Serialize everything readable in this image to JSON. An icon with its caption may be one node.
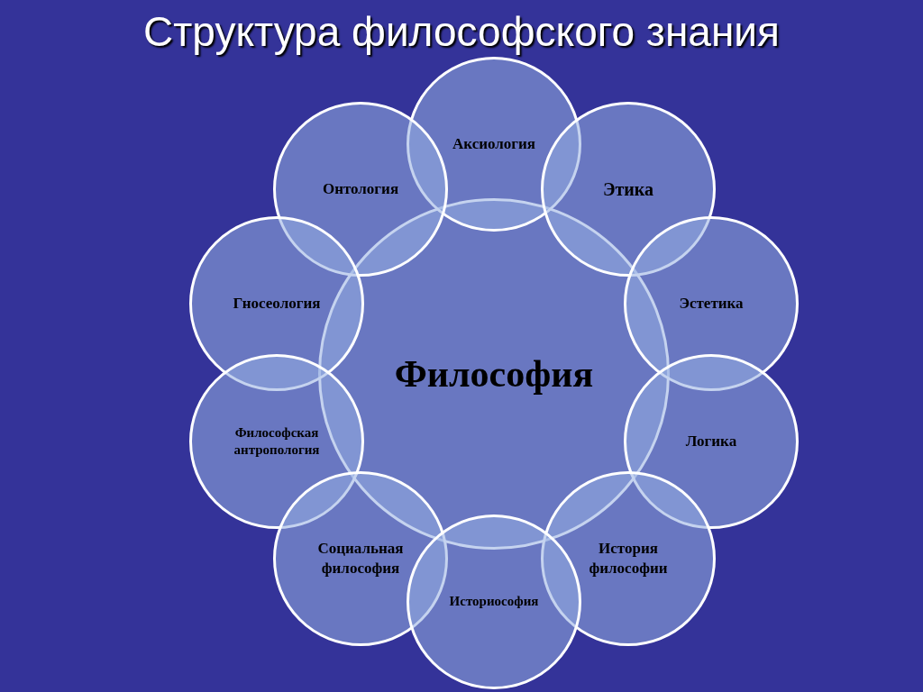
{
  "diagram": {
    "title": "Структура философского знания",
    "nodes": [
      {
        "text": [
          "Аксиология"
        ]
      },
      {
        "text": [
          "Онтология"
        ]
      },
      {
        "text": [
          "Этика"
        ]
      },
      {
        "text": [
          "Гносеология"
        ]
      },
      {
        "text": [
          "Эстетика"
        ]
      },
      {
        "text": [
          "Философия"
        ]
      },
      {
        "text": [
          "Философская антропология"
        ]
      },
      {
        "text": [
          "Логика"
        ]
      },
      {
        "text": [
          "Социальная философия"
        ]
      },
      {
        "text": [
          "История философии"
        ]
      },
      {
        "text": [
          "Историософия"
        ]
      }
    ]
  }
}
